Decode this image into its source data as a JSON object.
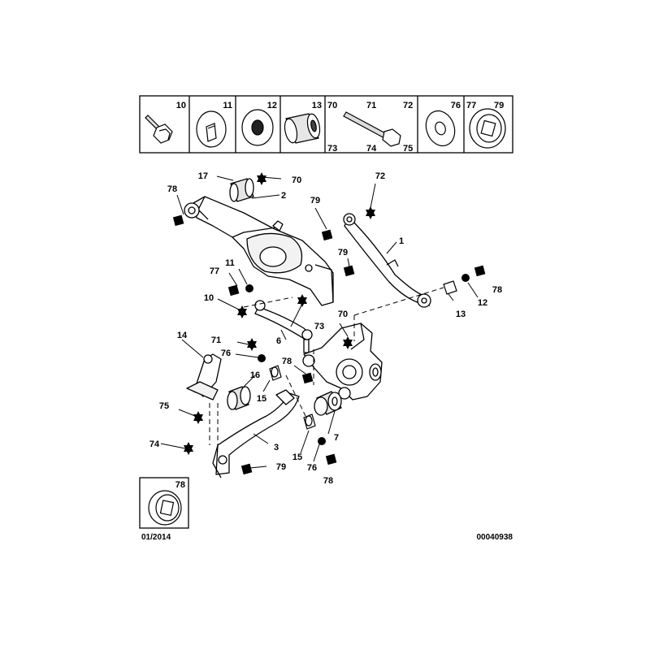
{
  "header_parts": [
    {
      "numbers": [
        "10"
      ],
      "icon": "bolt-icon"
    },
    {
      "numbers": [
        "11"
      ],
      "icon": "slotted-washer-icon"
    },
    {
      "numbers": [
        "12"
      ],
      "icon": "nut-icon"
    },
    {
      "numbers": [
        "13"
      ],
      "icon": "bushing-sleeve-icon"
    },
    {
      "numbers": [
        "70",
        "71",
        "72",
        "73",
        "74",
        "75"
      ],
      "icon": "long-bolt-icon"
    },
    {
      "numbers": [
        "76"
      ],
      "icon": "washer-icon"
    },
    {
      "numbers": [
        "77",
        "79"
      ],
      "icon": "eccentric-washer-icon"
    }
  ],
  "callouts": [
    "17",
    "70",
    "2",
    "78",
    "72",
    "79",
    "1",
    "77",
    "11",
    "79",
    "78",
    "13",
    "12",
    "10",
    "73",
    "70",
    "6",
    "14",
    "71",
    "76",
    "78",
    "16",
    "15",
    "75",
    "7",
    "74",
    "3",
    "79",
    "15",
    "76",
    "78"
  ],
  "inset_label": "78",
  "footer": {
    "date": "01/2014",
    "reference": "00040938"
  },
  "colors": {
    "ink": "#000000",
    "paper": "#ffffff",
    "shade": "#c8c8c8"
  }
}
